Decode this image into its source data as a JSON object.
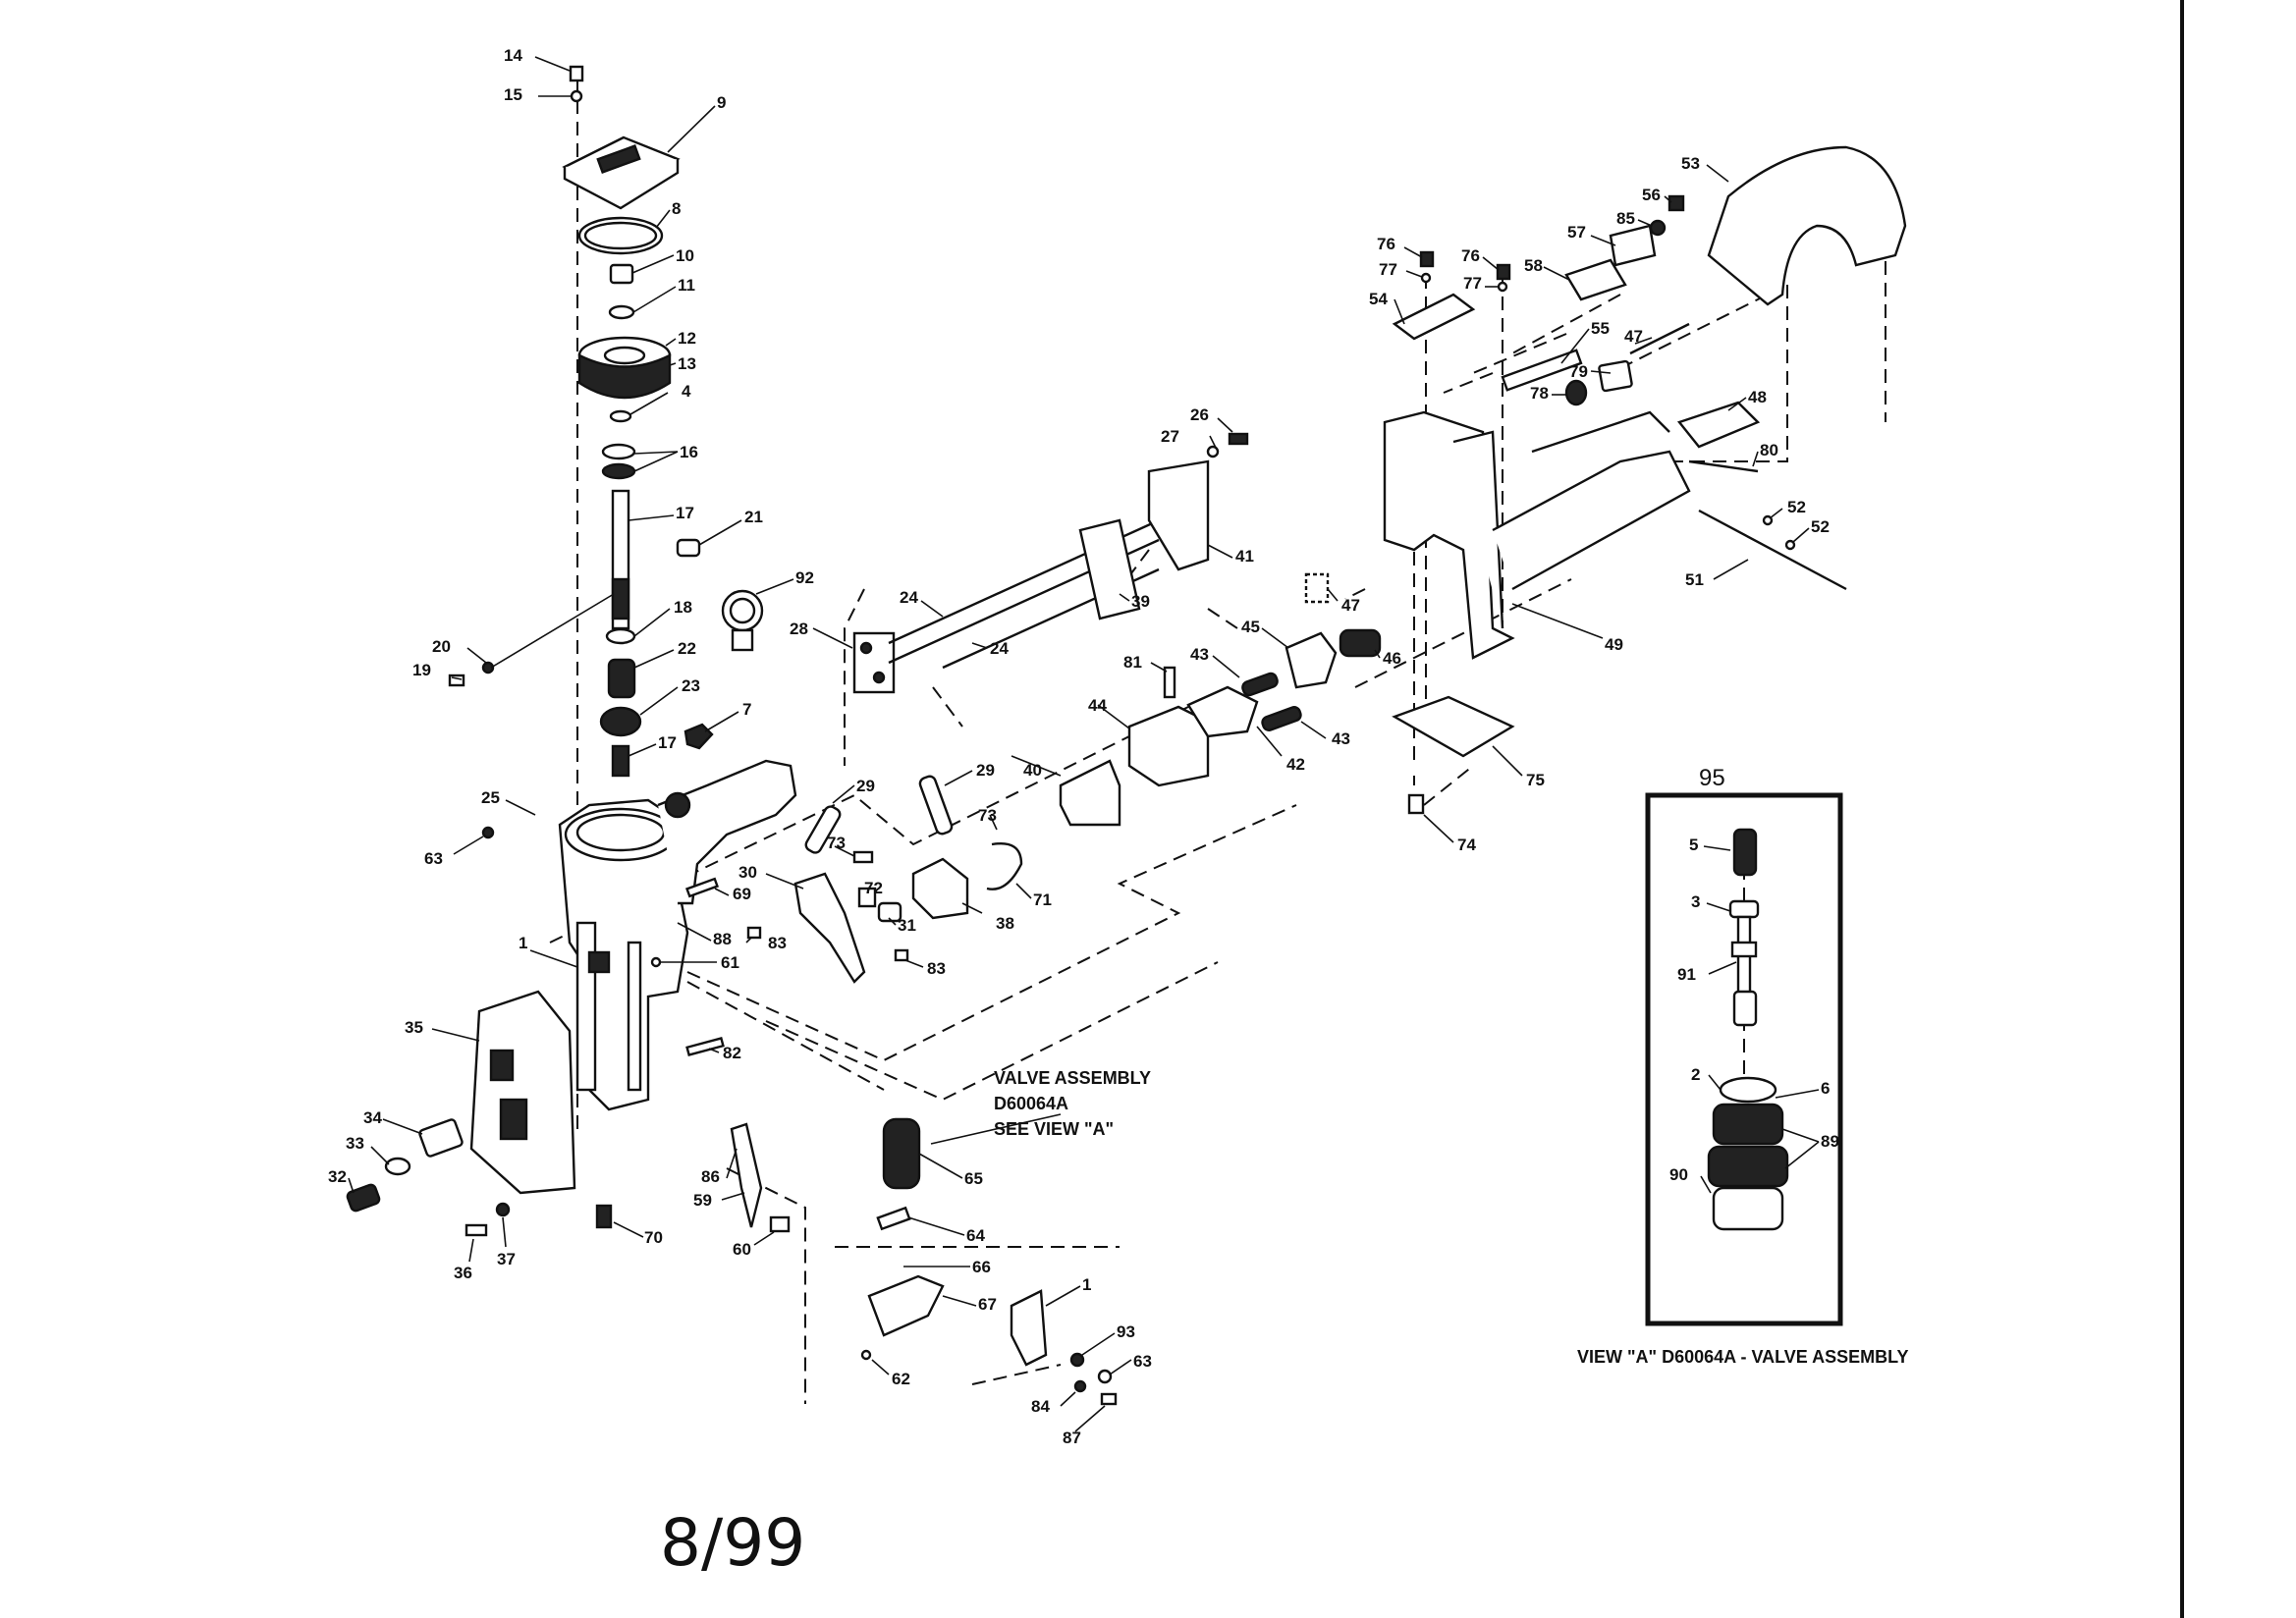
{
  "notes": {
    "valve_line1": "VALVE ASSEMBLY",
    "valve_line2": "D60064A",
    "valve_line3": "SEE VIEW \"A\"",
    "inset_caption": "VIEW \"A\" D60064A - VALVE ASSEMBLY",
    "inset_number": "95",
    "date": "8/99"
  },
  "callouts": [
    {
      "id": "c14",
      "text": "14"
    },
    {
      "id": "c15",
      "text": "15"
    },
    {
      "id": "c9",
      "text": "9"
    },
    {
      "id": "c8",
      "text": "8"
    },
    {
      "id": "c10",
      "text": "10"
    },
    {
      "id": "c11",
      "text": "11"
    },
    {
      "id": "c12",
      "text": "12"
    },
    {
      "id": "c13",
      "text": "13"
    },
    {
      "id": "c4",
      "text": "4"
    },
    {
      "id": "c16",
      "text": "16"
    },
    {
      "id": "c17a",
      "text": "17"
    },
    {
      "id": "c21",
      "text": "21"
    },
    {
      "id": "c20",
      "text": "20"
    },
    {
      "id": "c19",
      "text": "19"
    },
    {
      "id": "c18",
      "text": "18"
    },
    {
      "id": "c22",
      "text": "22"
    },
    {
      "id": "c23",
      "text": "23"
    },
    {
      "id": "c17b",
      "text": "17"
    },
    {
      "id": "c7",
      "text": "7"
    },
    {
      "id": "c25",
      "text": "25"
    },
    {
      "id": "c63a",
      "text": "63"
    },
    {
      "id": "c1a",
      "text": "1"
    },
    {
      "id": "c69",
      "text": "69"
    },
    {
      "id": "c88",
      "text": "88"
    },
    {
      "id": "c61",
      "text": "61"
    },
    {
      "id": "c35",
      "text": "35"
    },
    {
      "id": "c34",
      "text": "34"
    },
    {
      "id": "c33",
      "text": "33"
    },
    {
      "id": "c32",
      "text": "32"
    },
    {
      "id": "c36",
      "text": "36"
    },
    {
      "id": "c37",
      "text": "37"
    },
    {
      "id": "c70",
      "text": "70"
    },
    {
      "id": "c82a",
      "text": "82"
    },
    {
      "id": "c92",
      "text": "92"
    },
    {
      "id": "c28",
      "text": "28"
    },
    {
      "id": "c24a",
      "text": "24"
    },
    {
      "id": "c24b",
      "text": "24"
    },
    {
      "id": "c26",
      "text": "26"
    },
    {
      "id": "c27",
      "text": "27"
    },
    {
      "id": "c41",
      "text": "41"
    },
    {
      "id": "c39",
      "text": "39"
    },
    {
      "id": "c29a",
      "text": "29"
    },
    {
      "id": "c29b",
      "text": "29"
    },
    {
      "id": "c30",
      "text": "30"
    },
    {
      "id": "c73a",
      "text": "73"
    },
    {
      "id": "c72",
      "text": "72"
    },
    {
      "id": "c31",
      "text": "31"
    },
    {
      "id": "c83a",
      "text": "83"
    },
    {
      "id": "c83b",
      "text": "83"
    },
    {
      "id": "c40",
      "text": "40"
    },
    {
      "id": "c73b",
      "text": "73"
    },
    {
      "id": "c38",
      "text": "38"
    },
    {
      "id": "c71",
      "text": "71"
    },
    {
      "id": "c81",
      "text": "81"
    },
    {
      "id": "c44",
      "text": "44"
    },
    {
      "id": "c43a",
      "text": "43"
    },
    {
      "id": "c45",
      "text": "45"
    },
    {
      "id": "c42",
      "text": "42"
    },
    {
      "id": "c43b",
      "text": "43"
    },
    {
      "id": "c46",
      "text": "46"
    },
    {
      "id": "c47a",
      "text": "47"
    },
    {
      "id": "c76a",
      "text": "76"
    },
    {
      "id": "c77a",
      "text": "77"
    },
    {
      "id": "c54",
      "text": "54"
    },
    {
      "id": "c76b",
      "text": "76"
    },
    {
      "id": "c77b",
      "text": "77"
    },
    {
      "id": "c58",
      "text": "58"
    },
    {
      "id": "c57",
      "text": "57"
    },
    {
      "id": "c85",
      "text": "85"
    },
    {
      "id": "c56",
      "text": "56"
    },
    {
      "id": "c53",
      "text": "53"
    },
    {
      "id": "c55",
      "text": "55"
    },
    {
      "id": "c47b",
      "text": "47"
    },
    {
      "id": "c79",
      "text": "79"
    },
    {
      "id": "c78",
      "text": "78"
    },
    {
      "id": "c48",
      "text": "48"
    },
    {
      "id": "c80",
      "text": "80"
    },
    {
      "id": "c52a",
      "text": "52"
    },
    {
      "id": "c52b",
      "text": "52"
    },
    {
      "id": "c51",
      "text": "51"
    },
    {
      "id": "c49",
      "text": "49"
    },
    {
      "id": "c75",
      "text": "75"
    },
    {
      "id": "c74",
      "text": "74"
    },
    {
      "id": "c86",
      "text": "86"
    },
    {
      "id": "c59",
      "text": "59"
    },
    {
      "id": "c60",
      "text": "60"
    },
    {
      "id": "c65",
      "text": "65"
    },
    {
      "id": "c64",
      "text": "64"
    },
    {
      "id": "c66",
      "text": "66"
    },
    {
      "id": "c67",
      "text": "67"
    },
    {
      "id": "c62",
      "text": "62"
    },
    {
      "id": "c1b",
      "text": "1"
    },
    {
      "id": "c93",
      "text": "93"
    },
    {
      "id": "c63b",
      "text": "63"
    },
    {
      "id": "c84",
      "text": "84"
    },
    {
      "id": "c87",
      "text": "87"
    },
    {
      "id": "c5",
      "text": "5"
    },
    {
      "id": "c3",
      "text": "3"
    },
    {
      "id": "c91",
      "text": "91"
    },
    {
      "id": "c2",
      "text": "2"
    },
    {
      "id": "c6",
      "text": "6"
    },
    {
      "id": "c89",
      "text": "89"
    },
    {
      "id": "c90",
      "text": "90"
    }
  ]
}
